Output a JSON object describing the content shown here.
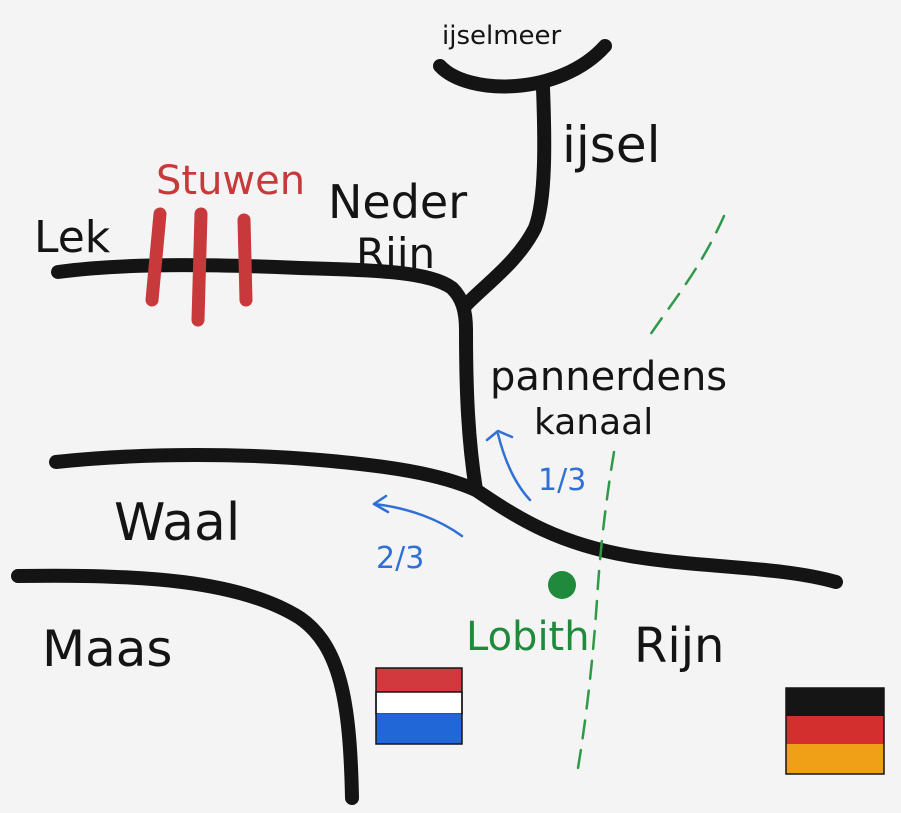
{
  "labels": {
    "ijsselmeer": "ijselmeer",
    "ijssel": "ijsel",
    "lek": "Lek",
    "stuwen": "Stuwen",
    "nederrijn_line1": "Neder",
    "nederrijn_line2": "Rijn",
    "pannerdens_line1": "pannerdens",
    "pannerdens_line2": "kanaal",
    "waal": "Waal",
    "maas": "Maas",
    "lobith": "Lobith",
    "rijn": "Rijn",
    "share_pannerdens": "1/3",
    "share_waal": "2/3"
  },
  "colors": {
    "river": "#141414",
    "weir": "#c8393b",
    "flow_arrow": "#2f6fd6",
    "border": "#2e9a47",
    "lobith_point": "#1f8a3b",
    "flag_nl": [
      "#d2393e",
      "#ffffff",
      "#2267d8"
    ],
    "flag_de": [
      "#151515",
      "#d32f2f",
      "#f0a016"
    ]
  },
  "icons": [
    "location-dot-icon",
    "netherlands-flag-icon",
    "germany-flag-icon",
    "flow-arrow-icon"
  ]
}
